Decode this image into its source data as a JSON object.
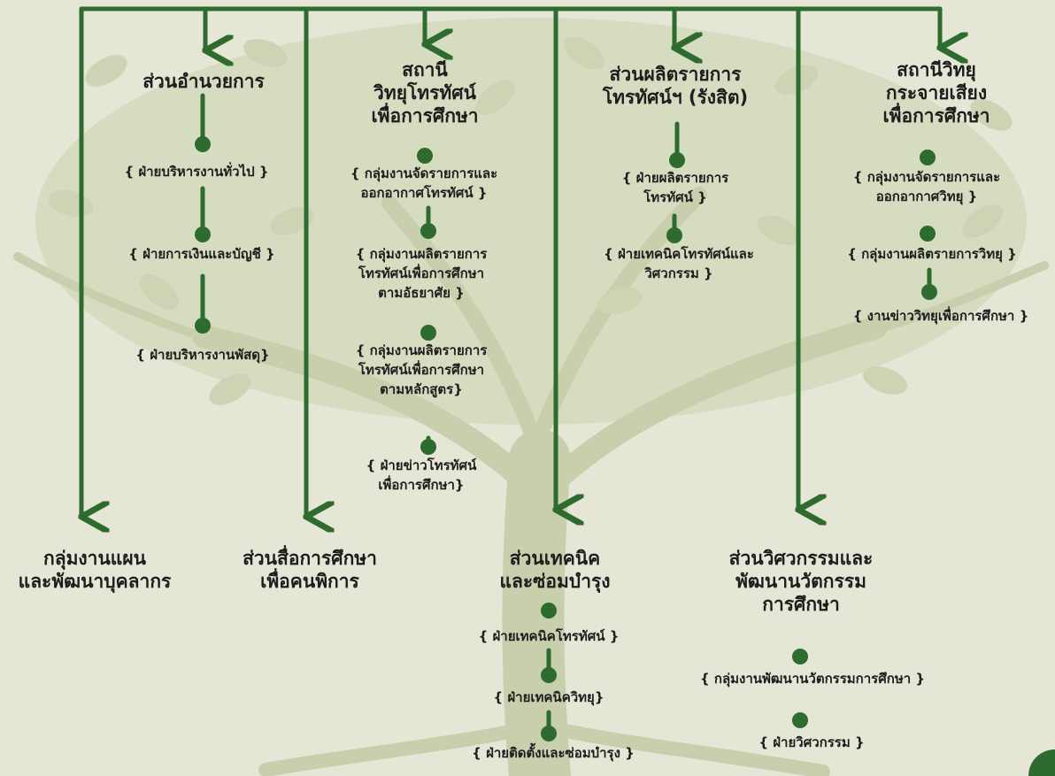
{
  "colors": {
    "background": "#e6e6d6",
    "tree": "#c8cfac",
    "line": "#2e6b2e",
    "text": "#1d1d1d"
  },
  "departments": [
    {
      "title": [
        "ส่วนอำนวยการ"
      ],
      "units": [
        [
          "{ ฝ่ายบริหารงานทั่วไป }"
        ],
        [
          "{ ฝ่ายการเงินและบัญชี }"
        ],
        [
          "{ ฝ่ายบริหารงานพัสดุ}"
        ]
      ]
    },
    {
      "title": [
        "สถานี",
        "วิทยุโทรทัศน์",
        "เพื่อการศึกษา"
      ],
      "units": [
        [
          "{ กลุ่มงานจัดรายการและ",
          "ออกอากาศโทรทัศน์ }"
        ],
        [
          "{ กลุ่มงานผลิตรายการ",
          "โทรทัศน์เพื่อการศึกษา",
          "ตามอัธยาศัย }"
        ],
        [
          "{ กลุ่มงานผลิตรายการ",
          "โทรทัศน์เพื่อการศึกษา",
          "ตามหลักสูตร}"
        ],
        [
          "{ ฝ่ายข่าวโทรทัศน์",
          "เพื่อการศึกษา}"
        ]
      ]
    },
    {
      "title": [
        "ส่วนผลิตรายการ",
        "โทรทัศน์ฯ (รังสิต)"
      ],
      "units": [
        [
          "{ ฝ่ายผลิตรายการ",
          "โทรทัศน์ }"
        ],
        [
          "{ ฝ่ายเทคนิคโทรทัศน์และ",
          "วิศวกรรม }"
        ]
      ]
    },
    {
      "title": [
        "สถานีวิทยุ",
        "กระจายเสียง",
        "เพื่อการศึกษา"
      ],
      "units": [
        [
          "{ กลุ่มงานจัดรายการและ",
          "ออกอากาศวิทยุ }"
        ],
        [
          "{ กลุ่มงานผลิตรายการวิทยุ }"
        ],
        [
          "{ งานข่าววิทยุเพื่อการศึกษา }"
        ]
      ]
    },
    {
      "title": [
        "กลุ่มงานแผน",
        "และพัฒนาบุคลากร"
      ],
      "units": []
    },
    {
      "title": [
        "ส่วนสื่อการศึกษา",
        "เพื่อคนพิการ"
      ],
      "units": []
    },
    {
      "title": [
        "ส่วนเทคนิค",
        "และซ่อมบำรุง"
      ],
      "units": [
        [
          "{ ฝ่ายเทคนิคโทรทัศน์ }"
        ],
        [
          "{ ฝ่ายเทคนิควิทยุ}"
        ],
        [
          "{ ฝ่ายติดตั้งและซ่อมบำรุง }"
        ]
      ]
    },
    {
      "title": [
        "ส่วนวิศวกรรมและ",
        "พัฒนานวัตกรรม",
        "การศึกษา"
      ],
      "units": [
        [
          "{ กลุ่มงานพัฒนานวัตกรรมการศึกษา }"
        ],
        [
          "{ ฝ่ายวิศวกรรม }"
        ]
      ]
    }
  ]
}
